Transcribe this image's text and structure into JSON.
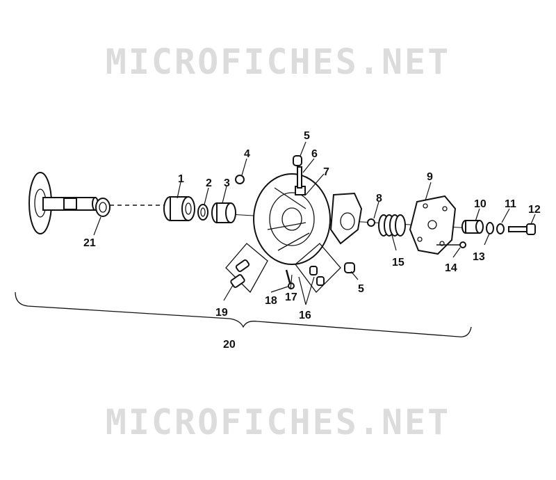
{
  "watermark": {
    "text": "MICROFICHES.NET"
  },
  "callouts": [
    {
      "key": "p1",
      "label": "1"
    },
    {
      "key": "p2",
      "label": "2"
    },
    {
      "key": "p3",
      "label": "3"
    },
    {
      "key": "p4",
      "label": "4"
    },
    {
      "key": "p5a",
      "label": "5"
    },
    {
      "key": "p5b",
      "label": "5"
    },
    {
      "key": "p6",
      "label": "6"
    },
    {
      "key": "p7",
      "label": "7"
    },
    {
      "key": "p8",
      "label": "8"
    },
    {
      "key": "p9",
      "label": "9"
    },
    {
      "key": "p10",
      "label": "10"
    },
    {
      "key": "p11",
      "label": "11"
    },
    {
      "key": "p12",
      "label": "12"
    },
    {
      "key": "p13",
      "label": "13"
    },
    {
      "key": "p14",
      "label": "14"
    },
    {
      "key": "p15",
      "label": "15"
    },
    {
      "key": "p16",
      "label": "16"
    },
    {
      "key": "p17",
      "label": "17"
    },
    {
      "key": "p18",
      "label": "18"
    },
    {
      "key": "p19",
      "label": "19"
    },
    {
      "key": "p20",
      "label": "20"
    },
    {
      "key": "p21",
      "label": "21"
    }
  ],
  "colors": {
    "ink": "#111111",
    "watermark": "#dcdcdc",
    "background": "#ffffff"
  }
}
